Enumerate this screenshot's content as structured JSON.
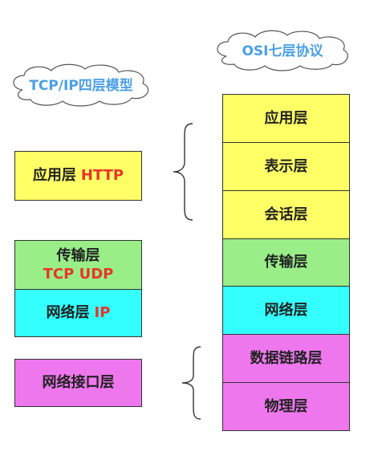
{
  "tcpip_title": "TCP/IP四层模型",
  "osi_title": "OSI七层协议",
  "tcpip_layers": {
    "application": {
      "name": "应用层",
      "protocol": "HTTP"
    },
    "transport": {
      "name": "传输层",
      "protocol": "TCP UDP"
    },
    "network": {
      "name": "网络层",
      "protocol": "IP"
    },
    "interface": {
      "name": "网络接口层"
    }
  },
  "osi_layers": [
    "应用层",
    "表示层",
    "会话层",
    "传输层",
    "网络层",
    "数据链路层",
    "物理层"
  ],
  "colors": {
    "yellow": "#ffff66",
    "green": "#99ee88",
    "cyan": "#33ffff",
    "pink": "#ee77ee",
    "protocol_text": "#e8352b",
    "title_text": "#4a9fe6"
  }
}
